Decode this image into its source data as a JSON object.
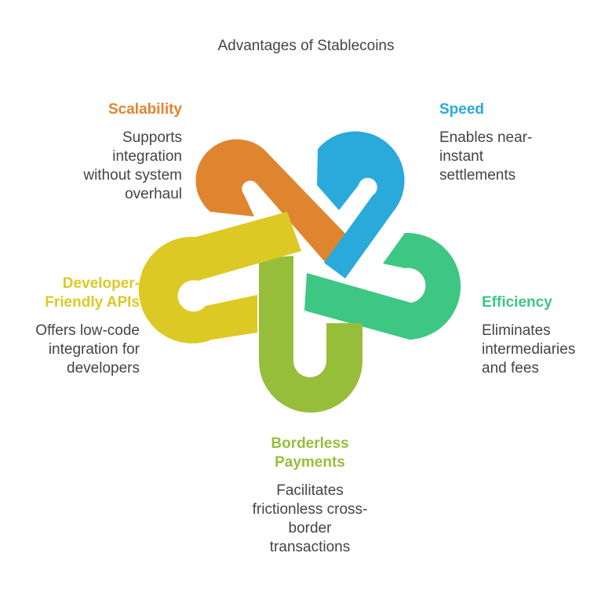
{
  "title": "Advantages of Stablecoins",
  "colors": {
    "scalability": "#E0852F",
    "speed": "#2AA9DB",
    "efficiency": "#3DC782",
    "borderless": "#97BE3B",
    "developer": "#DDC923"
  },
  "items": {
    "scalability": {
      "heading": "Scalability",
      "desc_lines": [
        "Supports",
        "integration",
        "without system",
        "overhaul"
      ]
    },
    "speed": {
      "heading": "Speed",
      "desc_lines": [
        "Enables near-",
        "instant",
        "settlements"
      ]
    },
    "efficiency": {
      "heading": "Efficiency",
      "desc_lines": [
        "Eliminates",
        "intermediaries",
        "and fees"
      ]
    },
    "borderless": {
      "heading_lines": [
        "Borderless",
        "Payments"
      ],
      "desc_lines": [
        "Facilitates",
        "frictionless cross-",
        "border",
        "transactions"
      ]
    },
    "developer": {
      "heading_lines": [
        "Developer-",
        "Friendly APIs"
      ],
      "desc_lines": [
        "Offers low-code",
        "integration for",
        "developers"
      ]
    }
  }
}
